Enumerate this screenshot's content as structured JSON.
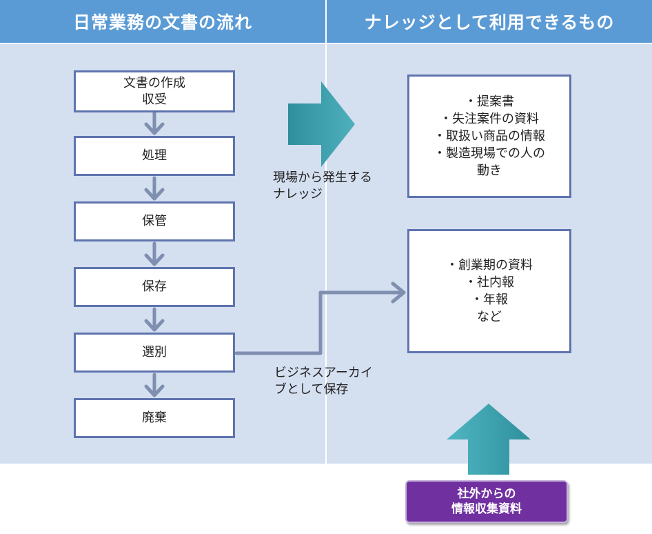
{
  "headers": {
    "left": "日常業務の文書の流れ",
    "right": "ナレッジとして利用できるもの"
  },
  "flow": [
    {
      "line1": "文書の作成",
      "line2": "収受"
    },
    {
      "line1": "処理",
      "line2": ""
    },
    {
      "line1": "保管",
      "line2": ""
    },
    {
      "line1": "保存",
      "line2": ""
    },
    {
      "line1": "選別",
      "line2": ""
    },
    {
      "line1": "廃棄",
      "line2": ""
    }
  ],
  "labels": {
    "field_knowledge": [
      "現場から発生する",
      "ナレッジ"
    ],
    "business_archive": [
      "ビジネスアーカイ",
      "ブとして保存"
    ]
  },
  "knowledge_box_1": [
    "・提案書",
    "・失注案件の資料",
    "・取扱い商品の情報",
    "・製造現場での人の",
    "動き"
  ],
  "knowledge_box_2": [
    "・創業期の資料",
    "・社内報",
    "・年報",
    "など"
  ],
  "external": [
    "社外からの",
    "情報収集資料"
  ],
  "colors": {
    "header": "#5b9bd5",
    "panel": "#d4dff0",
    "box_border": "#5f74ae",
    "arrow": "#7f8fb0",
    "teal_arrow": "#3a9aa8",
    "external_box": "#7030a0"
  }
}
